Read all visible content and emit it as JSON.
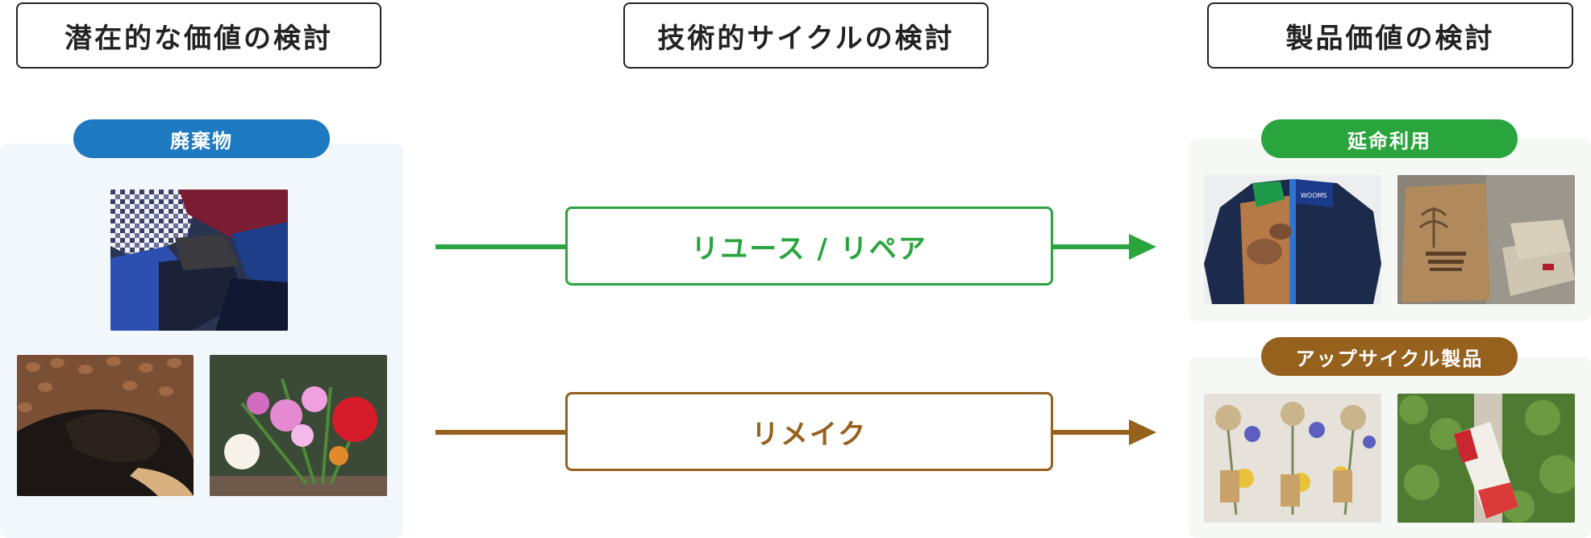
{
  "headers": {
    "potential": "潜在的な価値の検討",
    "technical": "技術的サイクルの検討",
    "product": "製品価値の検討"
  },
  "waste": {
    "label": "廃棄物"
  },
  "processes": {
    "reuse_repair": "リユース / リペア",
    "remake": "リメイク"
  },
  "outcomes": {
    "life_extension": "延命利用",
    "upcycled": "アップサイクル製品"
  },
  "jacket_logo": "WOOMS",
  "colors": {
    "blue": "#1d79c0",
    "green": "#2aa53e",
    "brown": "#96601d",
    "ink": "#222222"
  },
  "icons": {
    "arrow_green": "arrow-right-icon",
    "arrow_brown": "arrow-right-icon"
  }
}
